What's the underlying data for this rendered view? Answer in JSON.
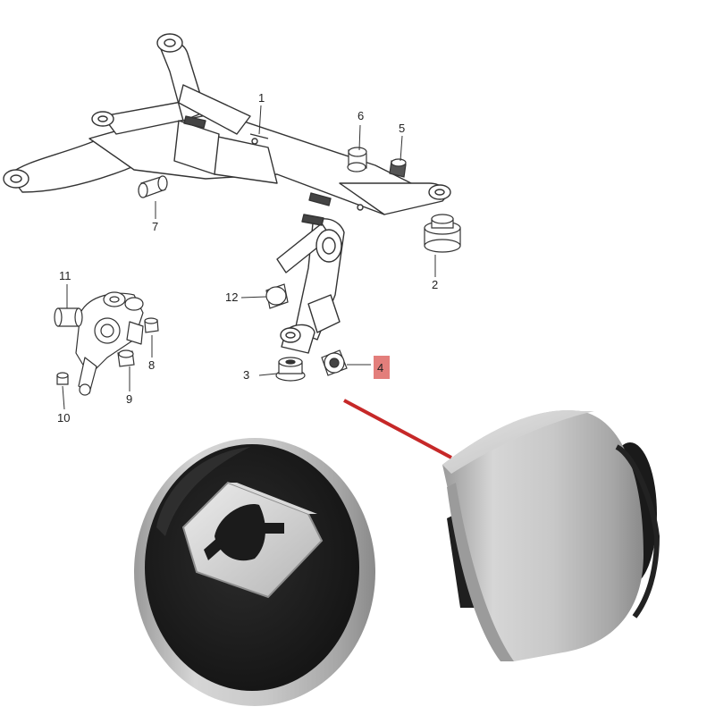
{
  "diagram": {
    "callouts": {
      "c1": "1",
      "c2": "2",
      "c3": "3",
      "c4": "4",
      "c5": "5",
      "c6": "6",
      "c7": "7",
      "c8": "8",
      "c9": "9",
      "c10": "10",
      "c11": "11",
      "c12": "12"
    },
    "highlighted_callout": "4",
    "colors": {
      "line_art": "#333333",
      "highlight": "#d9534f",
      "pointer": "#c62828",
      "bushing_metal": "#c9c9c9",
      "bushing_rubber": "#1e1e1e"
    }
  }
}
